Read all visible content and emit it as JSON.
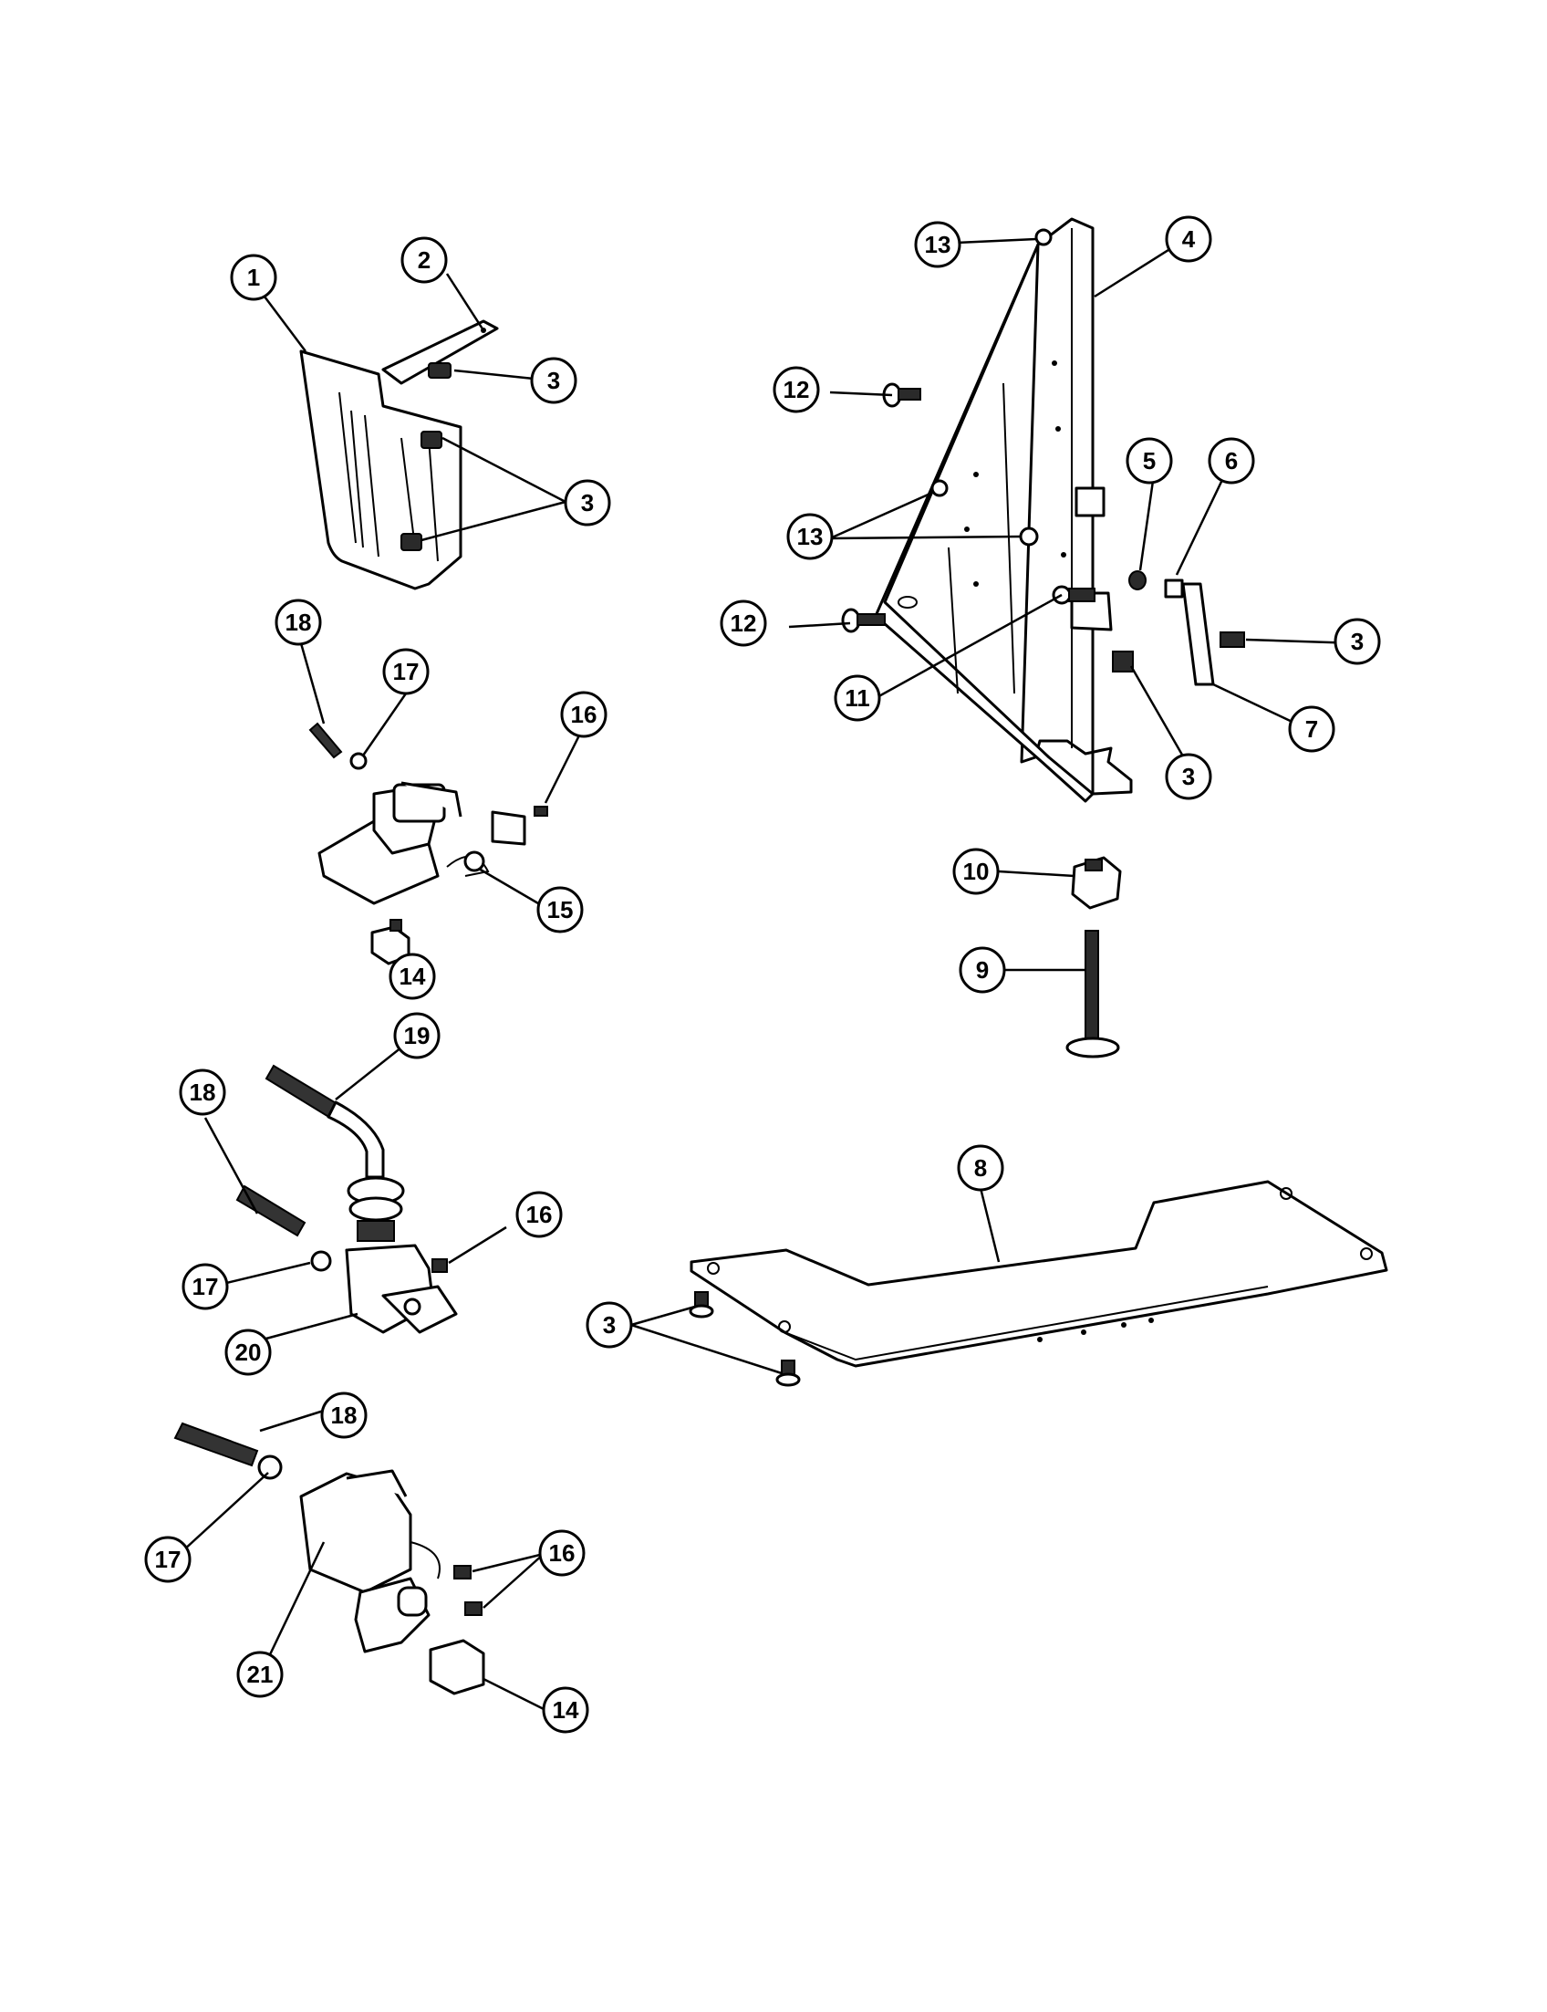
{
  "callouts": {
    "c1": "1",
    "c2": "2",
    "c3a": "3",
    "c3b": "3",
    "c3c": "3",
    "c3d": "3",
    "c3e": "3",
    "c4": "4",
    "c5": "5",
    "c6": "6",
    "c7": "7",
    "c8": "8",
    "c9": "9",
    "c10": "10",
    "c11": "11",
    "c12a": "12",
    "c12b": "12",
    "c13a": "13",
    "c13b": "13",
    "c14a": "14",
    "c14b": "14",
    "c15": "15",
    "c16a": "16",
    "c16b": "16",
    "c16c": "16",
    "c17a": "17",
    "c17b": "17",
    "c17c": "17",
    "c18a": "18",
    "c18b": "18",
    "c18c": "18",
    "c19": "19",
    "c20": "20",
    "c21": "21"
  }
}
